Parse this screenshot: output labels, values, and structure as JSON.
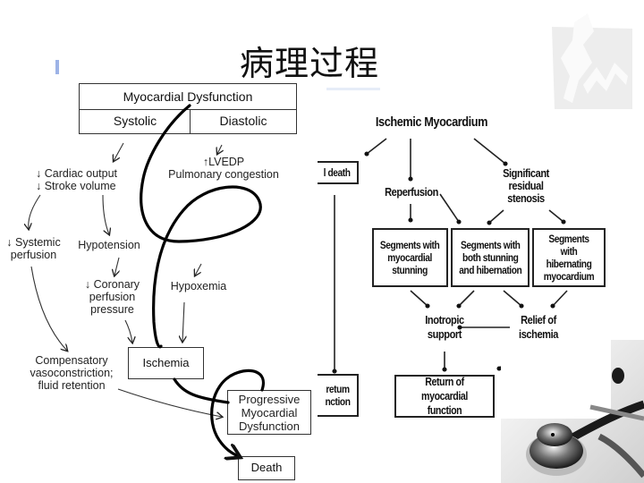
{
  "slide": {
    "title": "病理过程"
  },
  "left_diagram": {
    "header": "Myocardial Dysfunction",
    "columns": [
      "Systolic",
      "Diastolic"
    ],
    "nodes": {
      "cardiac_output": "↓ Cardiac output",
      "stroke_volume": "↓ Stroke volume",
      "lvedp": "↑LVEDP",
      "pulmonary_congestion": "Pulmonary congestion",
      "systemic_perfusion_1": "↓ Systemic",
      "systemic_perfusion_2": "perfusion",
      "hypotension": "Hypotension",
      "coronary_1": "↓ Coronary",
      "coronary_2": "perfusion",
      "coronary_3": "pressure",
      "hypoxemia": "Hypoxemia",
      "compensatory_1": "Compensatory",
      "compensatory_2": "vasoconstriction;",
      "compensatory_3": "fluid retention",
      "ischemia": "Ischemia",
      "progressive_1": "Progressive",
      "progressive_2": "Myocardial",
      "progressive_3": "Dysfunction",
      "death": "Death"
    }
  },
  "right_diagram": {
    "root": "Ischemic Myocardium",
    "cell_death": "l death",
    "reperfusion": "Reperfusion",
    "stenosis_1": "Significant",
    "stenosis_2": "residual",
    "stenosis_3": "stenosis",
    "segments": [
      {
        "l1": "Segments with",
        "l2": "myocardial",
        "l3": "stunning"
      },
      {
        "l1": "Segments with",
        "l2": "both stunning",
        "l3": "and hibernation"
      },
      {
        "l1": "Segments with",
        "l2": "hibernating",
        "l3": "myocardium"
      }
    ],
    "inotropic_1": "Inotropic",
    "inotropic_2": "support",
    "relief_1": "Relief of",
    "relief_2": "ischemia",
    "return_partial_1": "retum",
    "return_partial_2": "nction",
    "return_1": "Return of",
    "return_2": "myocardial function"
  },
  "colors": {
    "accent": "#9db3e6",
    "line": "#111111",
    "watermark": "#ececec"
  }
}
